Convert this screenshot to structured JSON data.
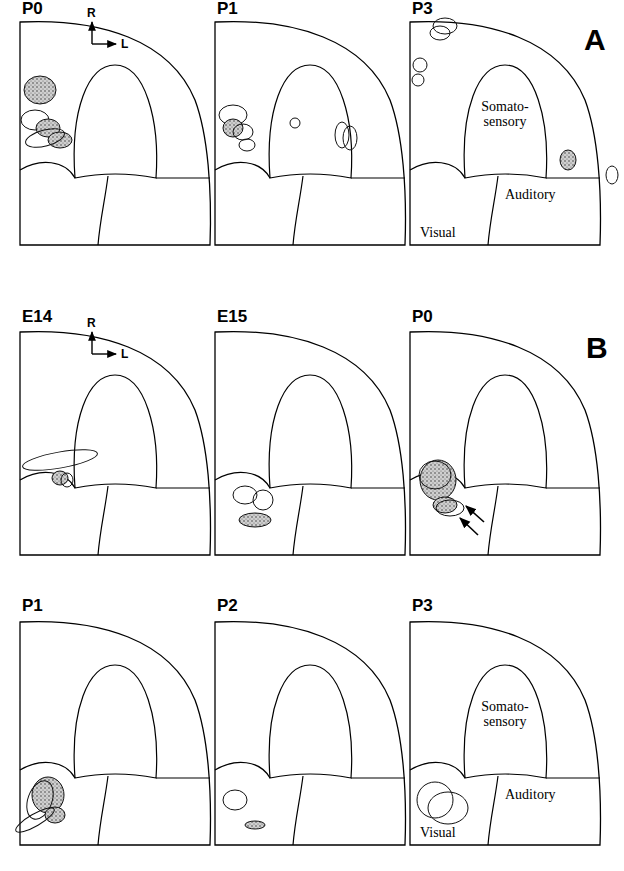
{
  "diagram": {
    "labels": [
      "P0",
      "R",
      "L",
      "P1",
      "P3",
      "A",
      "Somato-sensory",
      "Auditory",
      "Visual",
      "E14",
      "R",
      "L",
      "E15",
      "P0",
      "B",
      "P1",
      "P2",
      "P3",
      "Somato-sensory",
      "Auditory",
      "Visual"
    ]
  }
}
